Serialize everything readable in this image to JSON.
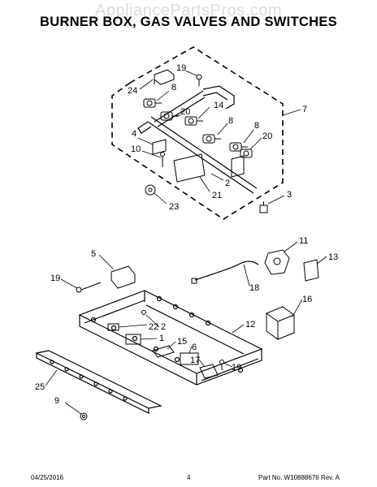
{
  "watermark": "AppliancePartsPros.com",
  "title": "BURNER BOX, GAS VALVES AND SWITCHES",
  "callouts": {
    "c19a": "19",
    "c24": "24",
    "c8a": "8",
    "c20a": "20",
    "c14": "14",
    "c7": "7",
    "c4": "4",
    "c8b": "8",
    "c8c": "8",
    "c20b": "20",
    "c10": "10",
    "c2a": "2",
    "c21": "21",
    "c23": "23",
    "c3": "3",
    "c5": "5",
    "c11": "11",
    "c13": "13",
    "c19b": "19",
    "c18": "18",
    "c16": "16",
    "c2b": "2",
    "c12": "12",
    "c22": "22",
    "c1": "1",
    "c15": "15",
    "c6": "6",
    "c17": "17",
    "c19c": "19",
    "c25": "25",
    "c9": "9"
  },
  "footer": {
    "date": "04/25/2016",
    "page": "4",
    "part_no": "Part No. W10888676  Rev. A"
  }
}
